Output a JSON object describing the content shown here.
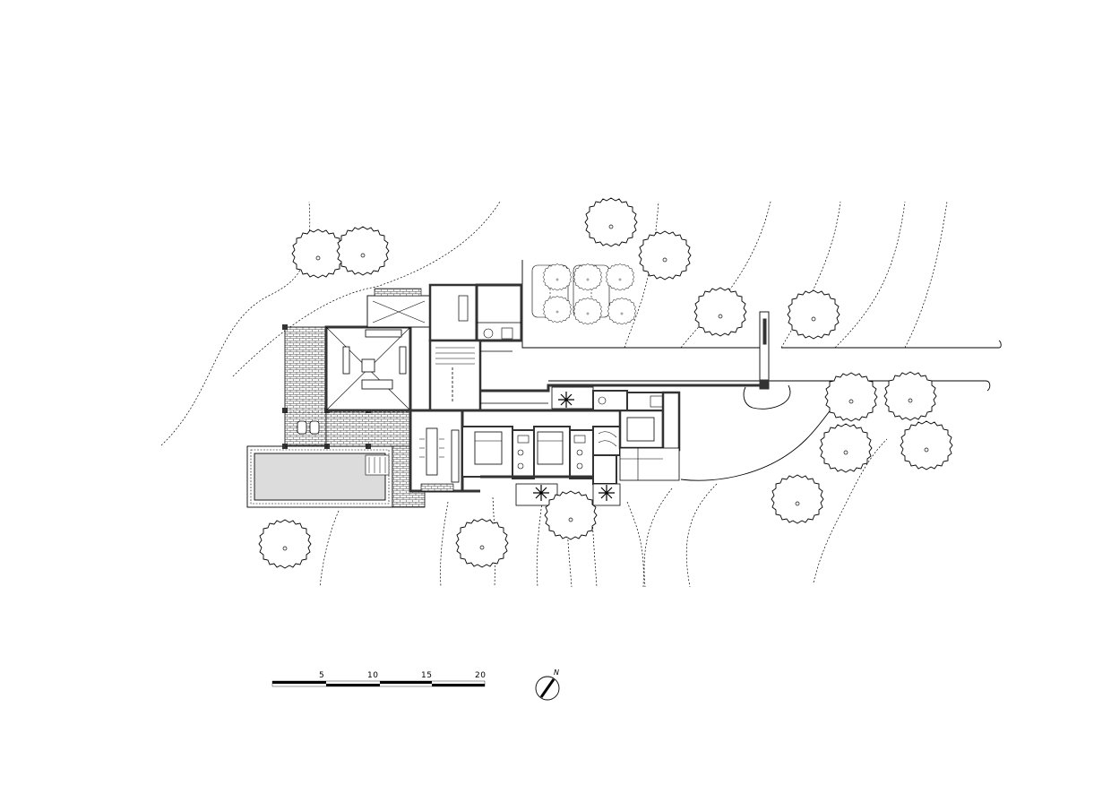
{
  "scale_bar": {
    "labels": [
      "5",
      "10",
      "15",
      "20"
    ]
  },
  "north_arrow": {
    "label": "N"
  },
  "colors": {
    "line": "#000000",
    "wall": "#333333",
    "pool": "#dcdcdc"
  }
}
